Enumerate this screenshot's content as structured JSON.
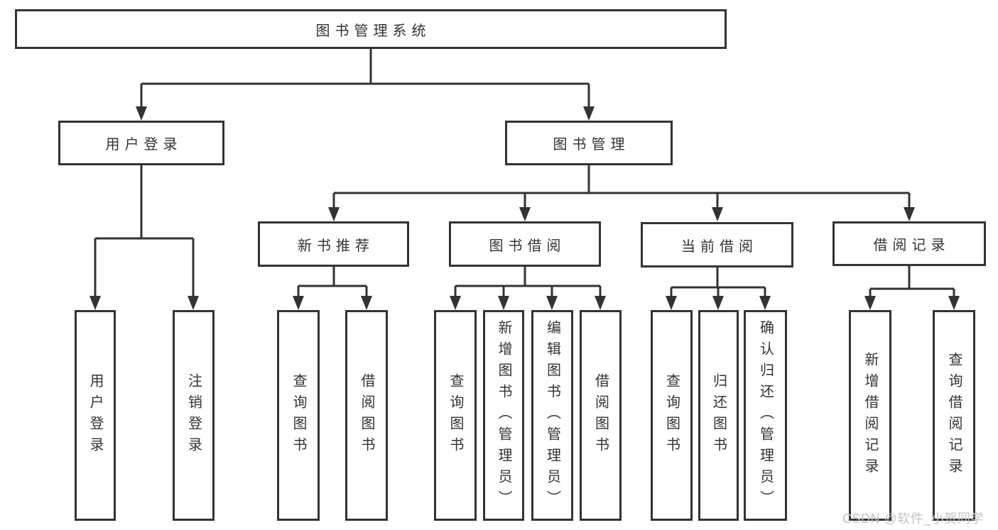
{
  "diagram": {
    "title": "图书管理系统",
    "type": "hierarchy-tree"
  },
  "nodes": {
    "root": "图书管理系统",
    "level2": {
      "user_login": "用户登录",
      "book_mgmt": "图书管理"
    },
    "level3": {
      "new_book_rec": "新书推荐",
      "book_borrow": "图书借阅",
      "current_borrow": "当前借阅",
      "borrow_records": "借阅记录"
    },
    "leaves": {
      "user_login": "用户登录",
      "logout": "注销登录",
      "nb_query_books": "查询图书",
      "nb_borrow_books": "借阅图书",
      "bb_query_books": "查询图书",
      "bb_add_books": "新增图书（管理员）",
      "bb_edit_books": "编辑图书（管理员）",
      "bb_borrow_books": "借阅图书",
      "cb_query_books": "查询图书",
      "cb_return_books": "归还图书",
      "cb_confirm_return": "确认归还（管理员）",
      "br_add_record": "新增借阅记录",
      "br_query_record": "查询借阅记录"
    }
  },
  "watermark": {
    "text": "CSDN @软件_小贺同学"
  },
  "colors": {
    "line": "#333333",
    "box_border": "#333333",
    "text": "#333333",
    "background": "#ffffff",
    "watermark": "#c3c3c3"
  }
}
